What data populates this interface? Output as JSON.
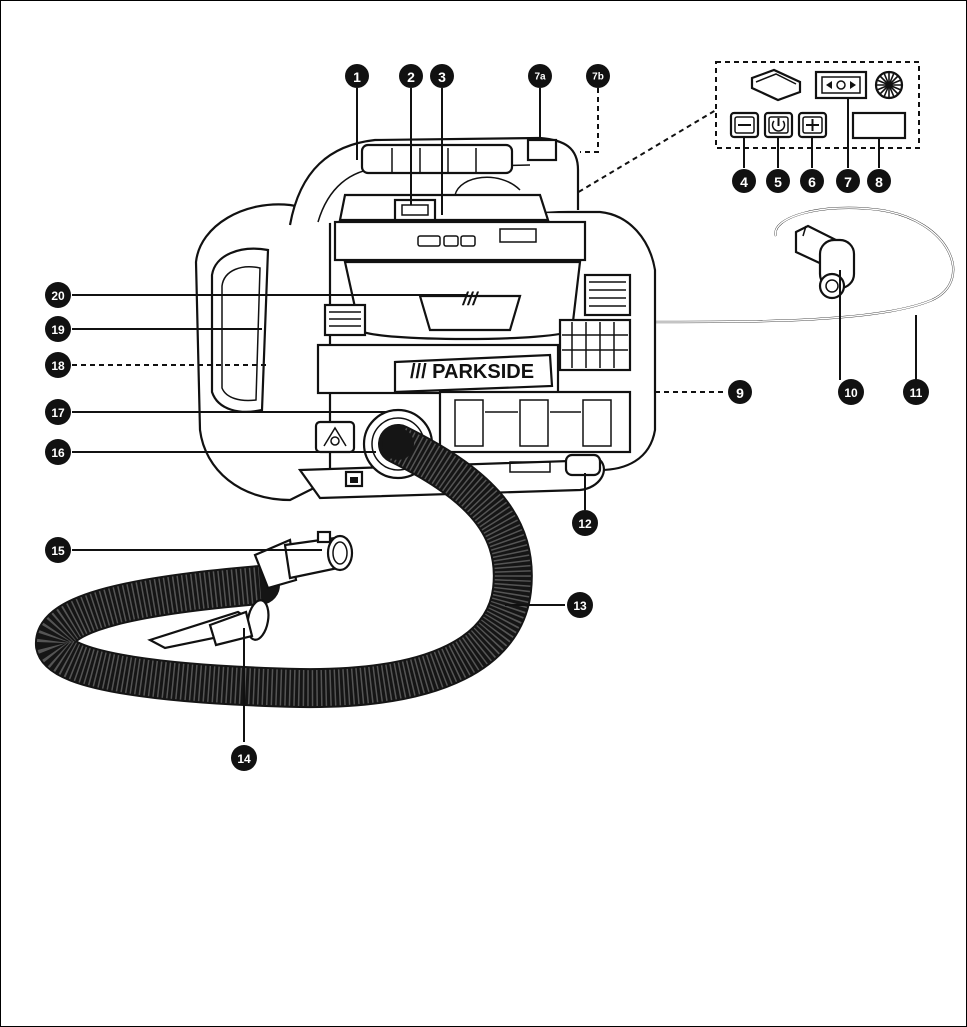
{
  "brand": "/// PARKSIDE",
  "logo_marks": "///",
  "colors": {
    "ink": "#111111",
    "hose": "#151515",
    "paper": "#ffffff"
  },
  "callouts": [
    {
      "id": "c1",
      "label": "1"
    },
    {
      "id": "c2",
      "label": "2"
    },
    {
      "id": "c3",
      "label": "3"
    },
    {
      "id": "c7a",
      "label": "7a"
    },
    {
      "id": "c7b",
      "label": "7b"
    },
    {
      "id": "c4",
      "label": "4"
    },
    {
      "id": "c5",
      "label": "5"
    },
    {
      "id": "c6",
      "label": "6"
    },
    {
      "id": "c7",
      "label": "7"
    },
    {
      "id": "c8",
      "label": "8"
    },
    {
      "id": "c20",
      "label": "20"
    },
    {
      "id": "c19",
      "label": "19"
    },
    {
      "id": "c18",
      "label": "18"
    },
    {
      "id": "c9",
      "label": "9"
    },
    {
      "id": "c10",
      "label": "10"
    },
    {
      "id": "c11",
      "label": "11"
    },
    {
      "id": "c17",
      "label": "17"
    },
    {
      "id": "c16",
      "label": "16"
    },
    {
      "id": "c12",
      "label": "12"
    },
    {
      "id": "c15",
      "label": "15"
    },
    {
      "id": "c13",
      "label": "13"
    },
    {
      "id": "c14",
      "label": "14"
    }
  ],
  "icons": [
    "minus-icon",
    "power-icon",
    "plus-icon",
    "mode-arrows-icon",
    "fan-icon",
    "flat-nozzle-icon",
    "display-icon",
    "hook-icon",
    "lock-icon"
  ]
}
